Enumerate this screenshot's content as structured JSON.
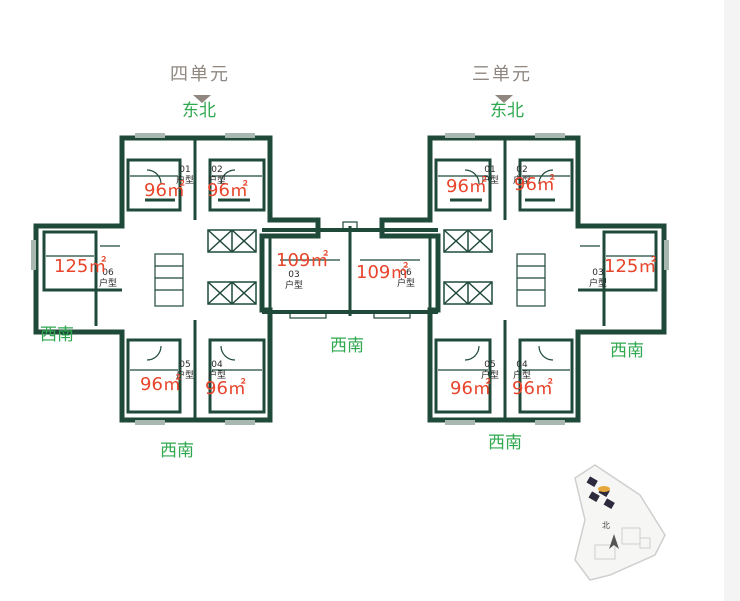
{
  "units": {
    "unit4_title": "四单元",
    "unit3_title": "三单元"
  },
  "directions": {
    "northeast": "东北",
    "southwest": "西南"
  },
  "apartments": {
    "type_label": "户型",
    "code_01": "01",
    "code_02": "02",
    "code_03": "03",
    "code_04": "04",
    "code_05": "05",
    "code_06": "06",
    "area_96": "96㎡",
    "area_109": "109㎡",
    "area_125": "125㎡"
  },
  "colors": {
    "wall": "#1f4a3a",
    "direction_text": "#2fa84f",
    "area_text": "#e8452c",
    "unit_title": "#8f8780"
  },
  "site_map": {
    "north_marker": "北"
  }
}
